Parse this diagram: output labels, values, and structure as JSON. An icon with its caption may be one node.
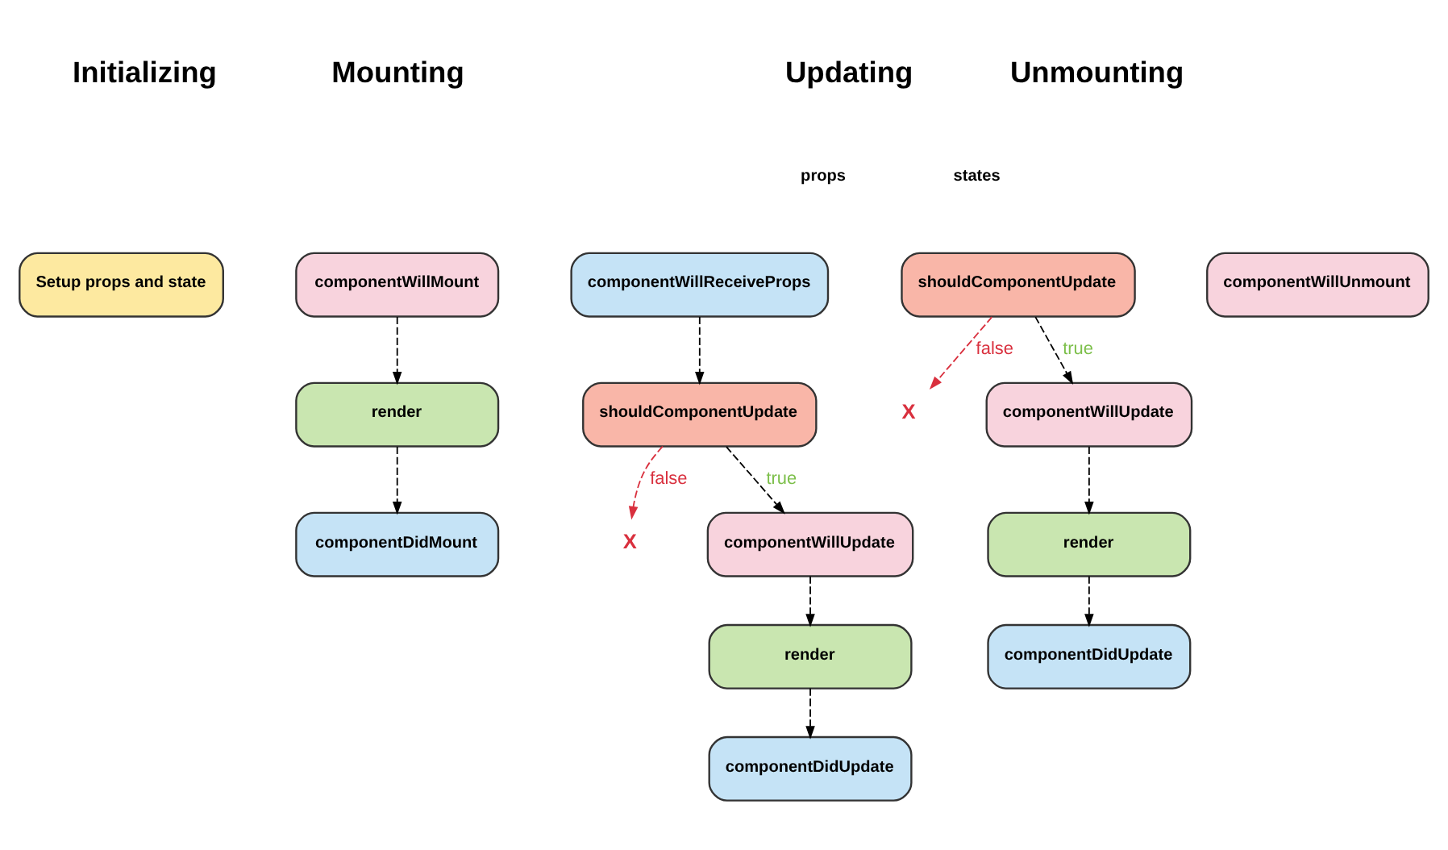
{
  "diagram": {
    "nodes": [
      {
        "text": [
          "Setup props and state"
        ]
      },
      {
        "text": [
          "componentWillMount"
        ]
      },
      {
        "text": [
          "render"
        ]
      },
      {
        "text": [
          "componentDidMount"
        ]
      },
      {
        "text": [
          "componentWillReceiveProps"
        ]
      },
      {
        "text": [
          "shouldComponentUpdate"
        ]
      },
      {
        "text": [
          "X"
        ]
      },
      {
        "text": [
          "componentWillUpdate"
        ]
      },
      {
        "text": [
          "render"
        ]
      },
      {
        "text": [
          "componentDidUpdate"
        ]
      },
      {
        "text": [
          "shouldComponentUpdate"
        ]
      },
      {
        "text": [
          "X"
        ]
      },
      {
        "text": [
          "componentWillUpdate"
        ]
      },
      {
        "text": [
          "render"
        ]
      },
      {
        "text": [
          "componentDidUpdate"
        ]
      },
      {
        "text": [
          "componentWillUnmount"
        ]
      }
    ],
    "edges": [
      {
        "from": 1,
        "to": 2,
        "arrow": "to",
        "style": "dashed"
      },
      {
        "from": 2,
        "to": 3,
        "arrow": "to",
        "style": "dashed"
      },
      {
        "from": 4,
        "to": 5,
        "arrow": "to",
        "style": "dashed"
      },
      {
        "from": 5,
        "to": 7,
        "arrow": "to",
        "style": "dashed",
        "label": "true"
      },
      {
        "from": 5,
        "to": 6,
        "arrow": "to",
        "style": "dashed",
        "label": "false",
        "color": "#d9303e"
      },
      {
        "from": 7,
        "to": 8,
        "arrow": "to",
        "style": "dashed"
      },
      {
        "from": 8,
        "to": 9,
        "arrow": "to",
        "style": "dashed"
      },
      {
        "from": 10,
        "to": 12,
        "arrow": "to",
        "style": "dashed",
        "label": "true"
      },
      {
        "from": 10,
        "to": 11,
        "arrow": "to",
        "style": "dashed",
        "label": "false",
        "color": "#d9303e"
      },
      {
        "from": 12,
        "to": 13,
        "arrow": "to",
        "style": "dashed"
      },
      {
        "from": 13,
        "to": 14,
        "arrow": "to",
        "style": "dashed"
      }
    ],
    "labels": [
      "Initializing",
      "Mounting",
      "Updating",
      "Unmounting",
      "props",
      "states"
    ]
  }
}
